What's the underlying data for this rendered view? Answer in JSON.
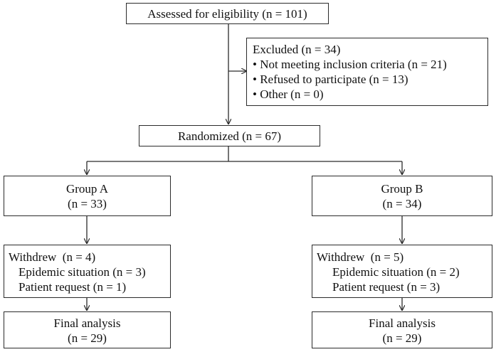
{
  "assessed": {
    "label": "Assessed for eligibility (n = 101)"
  },
  "excluded": {
    "title": "Excluded (n = 34)",
    "items": [
      "• Not meeting inclusion criteria (n = 21)",
      "• Refused to participate (n = 13)",
      "• Other (n = 0)"
    ]
  },
  "randomized": {
    "label": "Randomized (n = 67)"
  },
  "group_a": {
    "name": "Group A",
    "count": "(n = 33)",
    "withdrew": {
      "title": "Withdrew  (n = 4)",
      "reasons": [
        "Epidemic situation (n = 3)",
        "Patient request (n = 1)"
      ]
    },
    "final": {
      "title": "Final analysis",
      "count": "(n = 29)"
    }
  },
  "group_b": {
    "name": "Group B",
    "count": "(n = 34)",
    "withdrew": {
      "title": "Withdrew  (n = 5)",
      "reasons": [
        "Epidemic situation (n = 2)",
        "Patient request (n = 3)"
      ]
    },
    "final": {
      "title": "Final analysis",
      "count": "(n = 29)"
    }
  },
  "colors": {
    "line": "#2b2b2b",
    "box_border": "#2b2b2b",
    "text": "#111111"
  }
}
